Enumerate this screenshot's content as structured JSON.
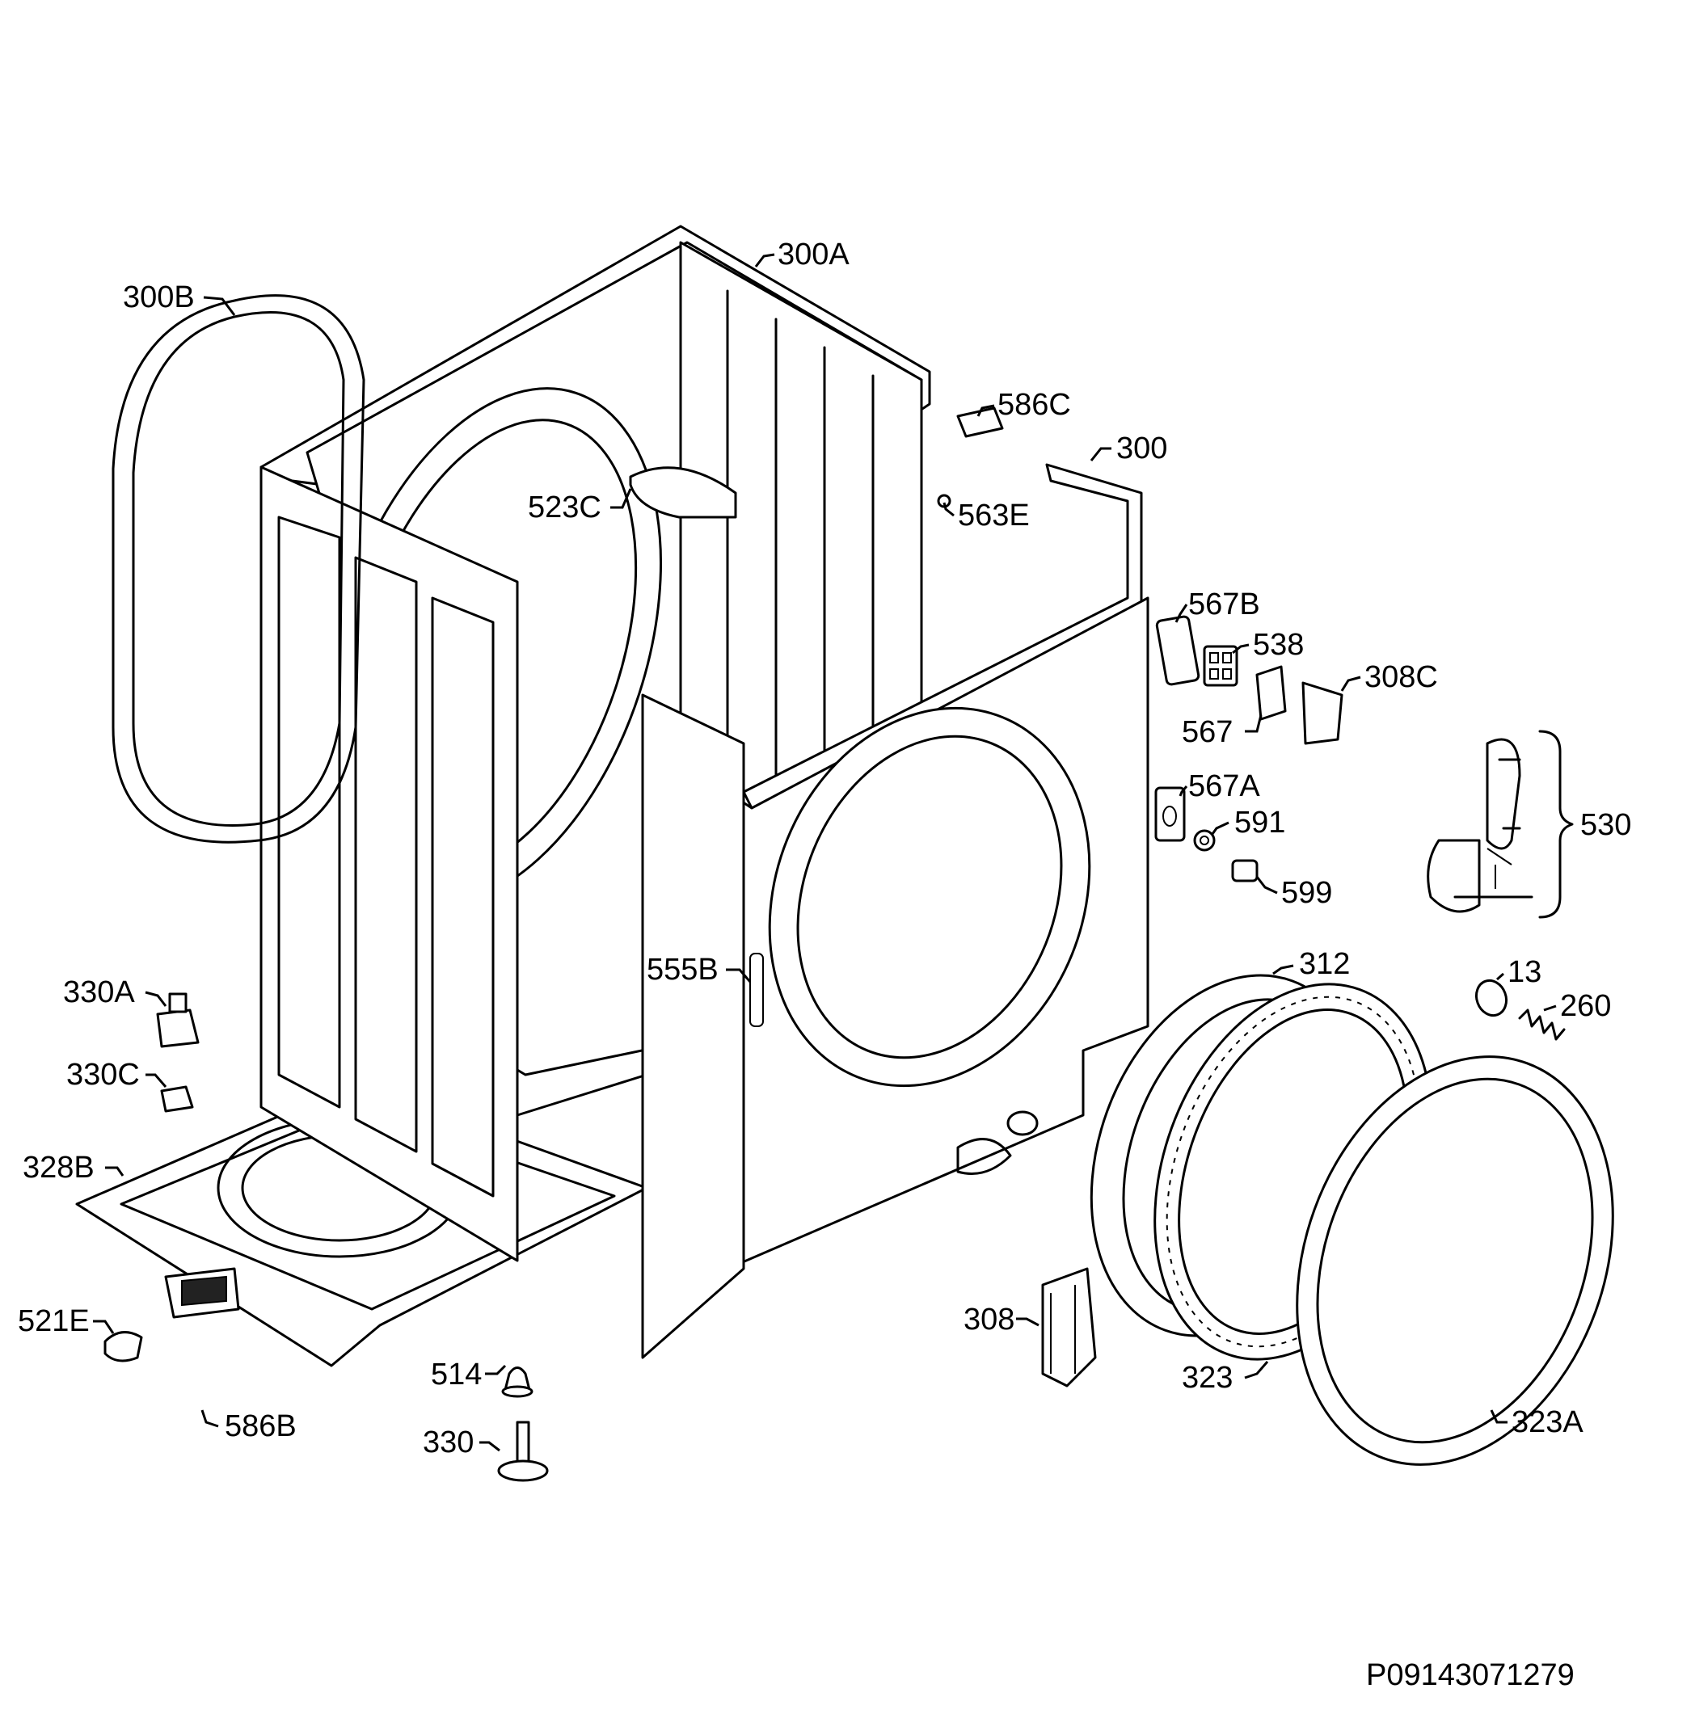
{
  "diagram_code": "P09143071279",
  "labels": {
    "l300A": "300A",
    "l300B": "300B",
    "l586C": "586C",
    "l300": "300",
    "l523C": "523C",
    "l563E": "563E",
    "l567B": "567B",
    "l538": "538",
    "l308C": "308C",
    "l567": "567",
    "l567A": "567A",
    "l530": "530",
    "l591": "591",
    "l599": "599",
    "l555B": "555B",
    "l312": "312",
    "l13": "13",
    "l260": "260",
    "l330A": "330A",
    "l330C": "330C",
    "l328B": "328B",
    "l521E": "521E",
    "l586B": "586B",
    "l514": "514",
    "l330": "330",
    "l308": "308",
    "l323": "323",
    "l323A": "323A"
  }
}
